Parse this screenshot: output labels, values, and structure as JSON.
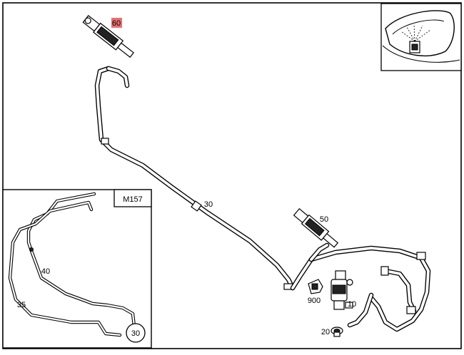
{
  "labels": {
    "part_60": "60",
    "part_50": "50",
    "part_30": "30",
    "part_10": "10",
    "part_900": "900",
    "part_20": "20",
    "inset_model": "M157",
    "inset_part_40": "40",
    "inset_part_35": "35",
    "inset_ref_30": "30"
  },
  "colors": {
    "highlight": "#e87070",
    "line": "#000000",
    "background": "#ffffff"
  },
  "icons": {
    "nozzle_detail": "headlamp-washer-nozzle-icon",
    "pump": "washer-pump-icon"
  }
}
